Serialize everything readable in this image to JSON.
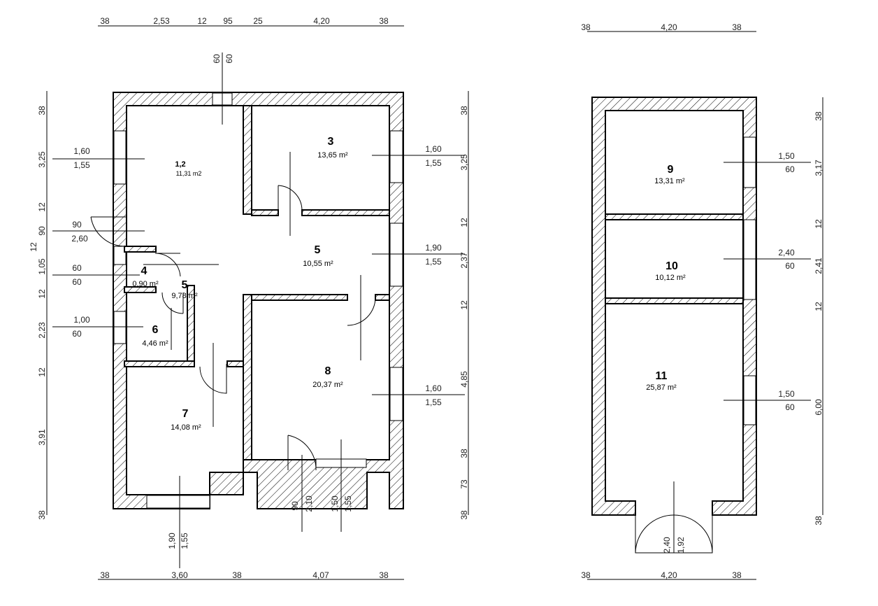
{
  "plans": {
    "main": {
      "top_dims": [
        "38",
        "2,53",
        "12",
        "95",
        "25",
        "4,20",
        "38"
      ],
      "bottom_dims": [
        "38",
        "3,60",
        "38",
        "4,07",
        "38"
      ],
      "left_dims": [
        "38",
        "3,25",
        "12",
        "90",
        "12",
        "1,05",
        "12",
        "2,23",
        "12",
        "3,91",
        "38"
      ],
      "right_dims": [
        "38",
        "3,25",
        "12",
        "2,37",
        "12",
        "4,85",
        "38",
        "73",
        "38"
      ],
      "window_labels": {
        "w1_top": "1,60",
        "w1_bot": "1,55",
        "w2_top": "90",
        "w2_bot": "2,60",
        "w3_top": "60",
        "w3_bot": "60",
        "w4_top": "1,00",
        "w4_bot": "60",
        "w5_top": "1,60",
        "w5_bot": "1,55",
        "w6_top": "1,90",
        "w6_bot": "1,55",
        "w7_top": "1,60",
        "w7_bot": "1,55",
        "top_a": "60",
        "top_b": "60",
        "bot_a": "1,90",
        "bot_b": "1,55",
        "door_a": "90",
        "door_b": "2,10",
        "door_c": "1,50",
        "door_d": "1,55"
      },
      "rooms": [
        {
          "num": "1,2",
          "area": "11,31 m2"
        },
        {
          "num": "3",
          "area": "13,65 m²"
        },
        {
          "num": "4",
          "area": "0,90 m²"
        },
        {
          "num": "5",
          "area": "10,55 m²"
        },
        {
          "num": "5",
          "area": "9,78 m²"
        },
        {
          "num": "6",
          "area": "4,46 m²"
        },
        {
          "num": "7",
          "area": "14,08 m²"
        },
        {
          "num": "8",
          "area": "20,37 m²"
        }
      ]
    },
    "annex": {
      "top_dims": [
        "38",
        "4,20",
        "38"
      ],
      "bottom_dims": [
        "38",
        "4,20",
        "38"
      ],
      "right_dims": [
        "38",
        "3,17",
        "12",
        "2,41",
        "12",
        "6,00",
        "38"
      ],
      "window_labels": {
        "w9_top": "1,50",
        "w9_bot": "60",
        "w10_top": "2,40",
        "w10_bot": "60",
        "w11_top": "1,50",
        "w11_bot": "60",
        "door_a": "2,40",
        "door_b": "1,92"
      },
      "rooms": [
        {
          "num": "9",
          "area": "13,31 m²"
        },
        {
          "num": "10",
          "area": "10,12 m²"
        },
        {
          "num": "11",
          "area": "25,87 m²"
        }
      ]
    }
  }
}
